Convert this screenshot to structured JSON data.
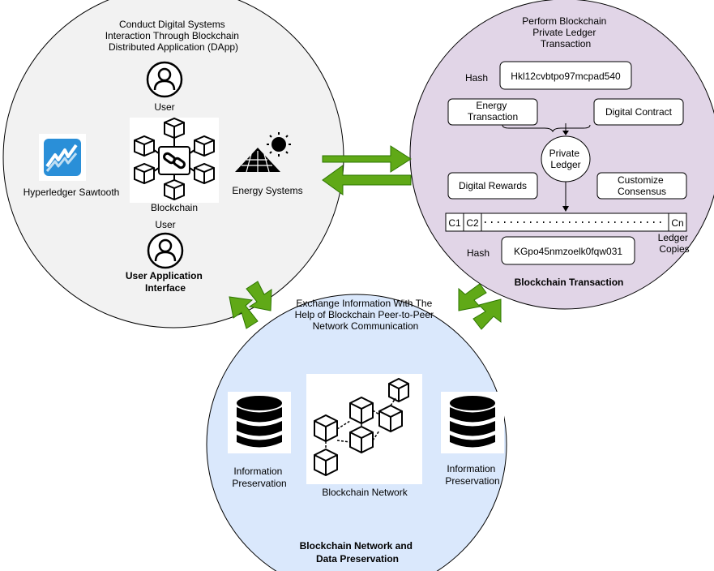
{
  "left_circle": {
    "title_lines": [
      "Conduct Digital Systems",
      "Interaction Through Blockchain",
      "Distributed Application (DApp)"
    ],
    "user_top_label": "User",
    "hyperledger_label": "Hyperledger Sawtooth",
    "blockchain_label": "Blockchain",
    "energy_label": "Energy Systems",
    "user_bottom_label": "User",
    "footer_lines": [
      "User Application",
      "Interface"
    ],
    "fill": "#f2f2f2"
  },
  "right_circle": {
    "title_lines": [
      "Perform Blockchain",
      "Private Ledger",
      "Transaction"
    ],
    "hash_label_top": "Hash",
    "hash_value_top": "Hkl12cvbtpo97mcpad540",
    "energy_tx_lines": [
      "Energy",
      "Transaction"
    ],
    "digital_contract": "Digital Contract",
    "private_ledger_lines": [
      "Private",
      "Ledger"
    ],
    "digital_rewards": "Digital Rewards",
    "customize_consensus_lines": [
      "Customize",
      "Consensus"
    ],
    "ledger_copies": [
      "C1",
      "C2",
      "Cn"
    ],
    "ledger_copies_label_lines": [
      "Ledger",
      "Copies"
    ],
    "hash_label_bottom": "Hash",
    "hash_value_bottom": "KGpo45nmzoelk0fqw031",
    "footer": "Blockchain Transaction",
    "fill": "#e1d5e7"
  },
  "bottom_circle": {
    "title_lines": [
      "Exchange Information With The",
      "Help of Blockchain Peer-to-Peer",
      "Network Communication"
    ],
    "info_left_lines": [
      "Information",
      "Preservation"
    ],
    "network_label": "Blockchain Network",
    "info_right_lines": [
      "Information",
      "Preservation"
    ],
    "footer_lines": [
      "Blockchain Network and",
      "Data Preservation"
    ],
    "fill": "#dae8fc"
  },
  "colors": {
    "arrow": "#60a917",
    "arrow_stroke": "#2d7600",
    "hyperledger": "#2a8fd8"
  }
}
